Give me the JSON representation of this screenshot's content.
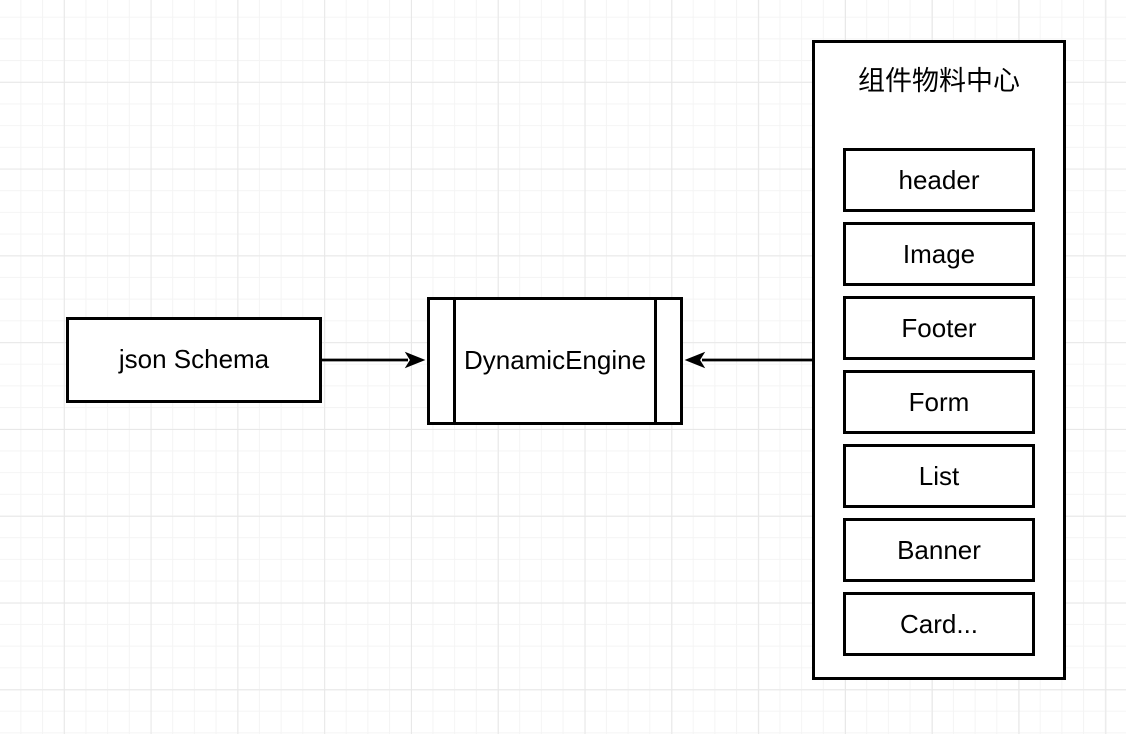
{
  "canvas": {
    "background": "#ffffff",
    "grid_minor_color": "#f4f4f4",
    "grid_major_color": "#e7e7e7",
    "stroke_color": "#000000",
    "shape_fill": "#ffffff",
    "text_color": "#000000"
  },
  "nodes": {
    "json_schema": {
      "label": "json Schema"
    },
    "dynamic_engine": {
      "label": "DynamicEngine"
    }
  },
  "material_center": {
    "title": "组件物料中心",
    "items": [
      "header",
      "Image",
      "Footer",
      "Form",
      "List",
      "Banner",
      "Card..."
    ]
  },
  "edges": [
    {
      "from": "json_schema",
      "to": "dynamic_engine",
      "arrow": "right"
    },
    {
      "from": "material_center",
      "to": "dynamic_engine",
      "arrow": "left"
    }
  ]
}
